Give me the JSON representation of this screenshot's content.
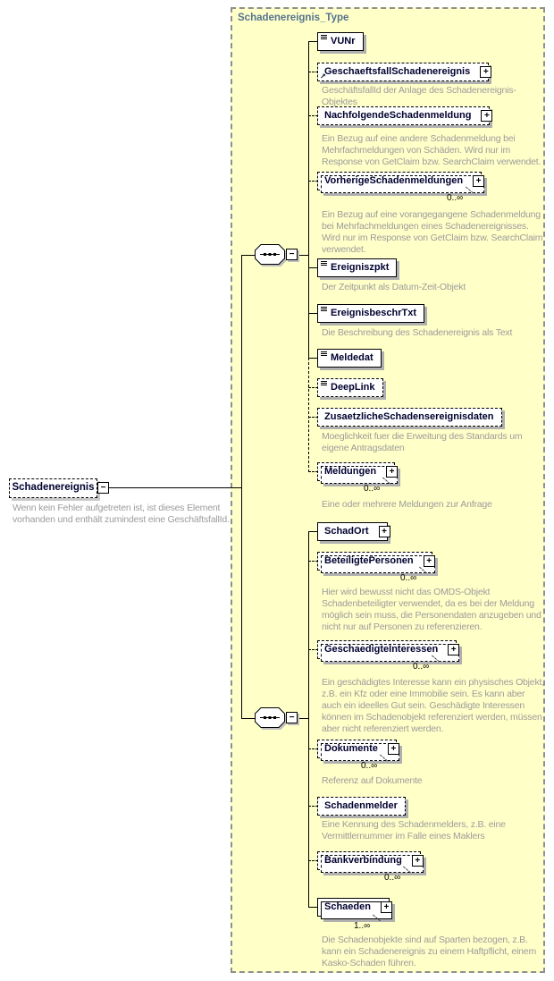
{
  "type": {
    "title": "Schadenereignis_Type"
  },
  "root_element": {
    "name": "Schadenereignis",
    "collapse_glyph": "−",
    "annotation": "Wenn kein Fehler aufgetreten ist, ist dieses Element vorhanden und enthält zumindest eine GeschäftsfallId."
  },
  "compositors": [
    {
      "type": "sequence",
      "collapse_glyph": "−"
    },
    {
      "type": "sequence",
      "collapse_glyph": "−"
    }
  ],
  "icons": {
    "expand_glyph": "+",
    "reference_arrow": "↗"
  },
  "colors": {
    "frame_bg": "#FFFFC8",
    "frame_border": "#8F8F8F",
    "title_text": "#56738F",
    "element_name_text": "#000030",
    "annotation_text": "#9C9C9C",
    "shadow": "#B0B0B0"
  },
  "elements": [
    {
      "name": "VUNr",
      "group": 1,
      "optional": false,
      "repeating": false,
      "expandable": false,
      "content_icon": true,
      "reference": false,
      "occurs": "",
      "annotation": ""
    },
    {
      "name": "GeschaeftsfallSchadenereignis",
      "group": 1,
      "optional": true,
      "repeating": false,
      "expandable": true,
      "content_icon": false,
      "reference": true,
      "occurs": "",
      "annotation": "GeschäftsfallId der Anlage des Schadenereignis-Objektes"
    },
    {
      "name": "NachfolgendeSchadenmeldung",
      "group": 1,
      "optional": true,
      "repeating": false,
      "expandable": true,
      "content_icon": false,
      "reference": false,
      "occurs": "",
      "annotation": "Ein Bezug auf eine andere Schadenmeldung bei Mehrfachmeldungen von Schäden. Wird nur im Response von GetClaim bzw. SearchClaim verwendet."
    },
    {
      "name": "VorherigeSchadenmeldungen",
      "group": 1,
      "optional": true,
      "repeating": true,
      "expandable": true,
      "content_icon": false,
      "reference": false,
      "occurs": "0..∞",
      "annotation": "Ein Bezug auf eine vorangegangene Schadenmeldung bei Mehrfachmeldungen eines Schadenereignisses. Wird nur im Response von GetClaim bzw. SearchClaim verwendet."
    },
    {
      "name": "Ereigniszpkt",
      "group": 1,
      "optional": false,
      "repeating": false,
      "expandable": false,
      "content_icon": true,
      "reference": false,
      "occurs": "",
      "annotation": "Der Zeitpunkt als Datum-Zeit-Objekt"
    },
    {
      "name": "EreignisbeschrTxt",
      "group": 1,
      "optional": false,
      "repeating": false,
      "expandable": false,
      "content_icon": true,
      "reference": false,
      "occurs": "",
      "annotation": "Die Beschreibung des Schadenereignis als Text"
    },
    {
      "name": "Meldedat",
      "group": 1,
      "optional": false,
      "repeating": false,
      "expandable": false,
      "content_icon": true,
      "reference": false,
      "occurs": "",
      "annotation": ""
    },
    {
      "name": "DeepLink",
      "group": 1,
      "optional": true,
      "repeating": false,
      "expandable": false,
      "content_icon": true,
      "reference": false,
      "occurs": "",
      "annotation": ""
    },
    {
      "name": "ZusaetzlicheSchadensereignisdaten",
      "group": 1,
      "optional": true,
      "repeating": false,
      "expandable": false,
      "content_icon": false,
      "reference": false,
      "occurs": "",
      "annotation": "Moeglichkeit fuer die Erweitung des Standards um eigene Antragsdaten"
    },
    {
      "name": "Meldungen",
      "group": 1,
      "optional": true,
      "repeating": true,
      "expandable": true,
      "content_icon": false,
      "reference": false,
      "occurs": "0..∞",
      "annotation": "Eine oder mehrere Meldungen zur Anfrage"
    },
    {
      "name": "SchadOrt",
      "group": 2,
      "optional": false,
      "repeating": false,
      "expandable": true,
      "content_icon": false,
      "reference": false,
      "occurs": "",
      "annotation": ""
    },
    {
      "name": "BeteiligtePersonen",
      "group": 2,
      "optional": true,
      "repeating": true,
      "expandable": true,
      "content_icon": false,
      "reference": false,
      "occurs": "0..∞",
      "annotation": "Hier wird bewusst nicht das OMDS-Objekt Schadenbeteiligter verwendet, da es bei der Meldung möglich sein muss, die Personendaten anzugeben und nicht nur auf Personen zu referenzieren."
    },
    {
      "name": "GeschaedigteInteressen",
      "group": 2,
      "optional": true,
      "repeating": true,
      "expandable": true,
      "content_icon": false,
      "reference": false,
      "occurs": "0..∞",
      "annotation": "Ein geschädigtes Interesse kann ein physisches Objekt, z.B. ein Kfz oder eine Immobilie sein. Es kann aber auch ein ideelles Gut sein. Geschädigte Interessen können im Schadenobjekt referenziert werden, müssen aber nicht referenziert werden."
    },
    {
      "name": "Dokumente",
      "group": 2,
      "optional": true,
      "repeating": true,
      "expandable": true,
      "content_icon": false,
      "reference": false,
      "occurs": "0..∞",
      "annotation": "Referenz auf Dokumente"
    },
    {
      "name": "Schadenmelder",
      "group": 2,
      "optional": true,
      "repeating": false,
      "expandable": false,
      "content_icon": false,
      "reference": false,
      "occurs": "",
      "annotation": "Eine Kennung des Schadenmelders, z.B. eine Vermittlernummer im Falle eines Maklers"
    },
    {
      "name": "Bankverbindung",
      "group": 2,
      "optional": true,
      "repeating": true,
      "expandable": true,
      "content_icon": false,
      "reference": false,
      "occurs": "0..∞",
      "annotation": ""
    },
    {
      "name": "Schaeden",
      "group": 2,
      "optional": false,
      "repeating": true,
      "expandable": true,
      "content_icon": false,
      "reference": false,
      "occurs": "1..∞",
      "annotation": "Die Schadenobjekte sind auf Sparten bezogen, z.B. kann ein Schadenereignis zu einem Haftpflicht, einem Kasko-Schaden führen."
    }
  ]
}
